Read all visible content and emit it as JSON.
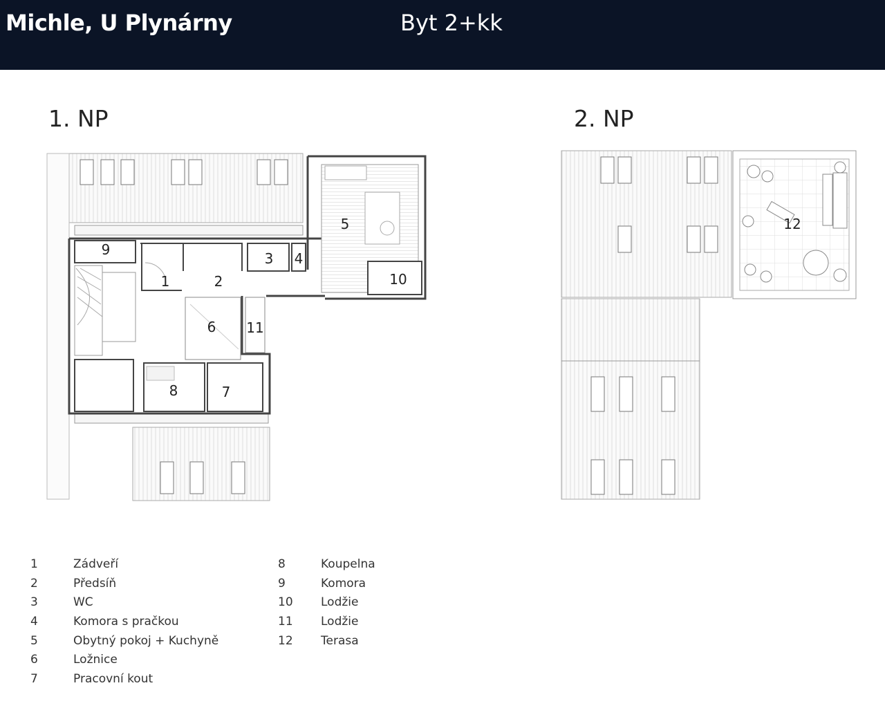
{
  "header": {
    "project": "Michle, U Plynárny",
    "unit": "Byt 2+kk"
  },
  "floors": [
    {
      "title": "1. NP"
    },
    {
      "title": "2. NP"
    }
  ],
  "room_labels": [
    "1",
    "2",
    "3",
    "4",
    "5",
    "6",
    "7",
    "8",
    "9",
    "10",
    "11",
    "12"
  ],
  "legend": [
    {
      "num": "1",
      "label": "Zádveří"
    },
    {
      "num": "2",
      "label": "Předsíň"
    },
    {
      "num": "3",
      "label": "WC"
    },
    {
      "num": "4",
      "label": "Komora s pračkou"
    },
    {
      "num": "5",
      "label": "Obytný pokoj + Kuchyně"
    },
    {
      "num": "6",
      "label": "Ložnice"
    },
    {
      "num": "7",
      "label": "Pracovní kout"
    },
    {
      "num": "8",
      "label": "Koupelna"
    },
    {
      "num": "9",
      "label": "Komora"
    },
    {
      "num": "10",
      "label": "Lodžie"
    },
    {
      "num": "11",
      "label": "Lodžie"
    },
    {
      "num": "12",
      "label": "Terasa"
    }
  ],
  "colors": {
    "header_bg": "#0b1426",
    "header_text": "#ffffff",
    "wall": "#555555",
    "roof_hatch": "#cfcfcf"
  }
}
